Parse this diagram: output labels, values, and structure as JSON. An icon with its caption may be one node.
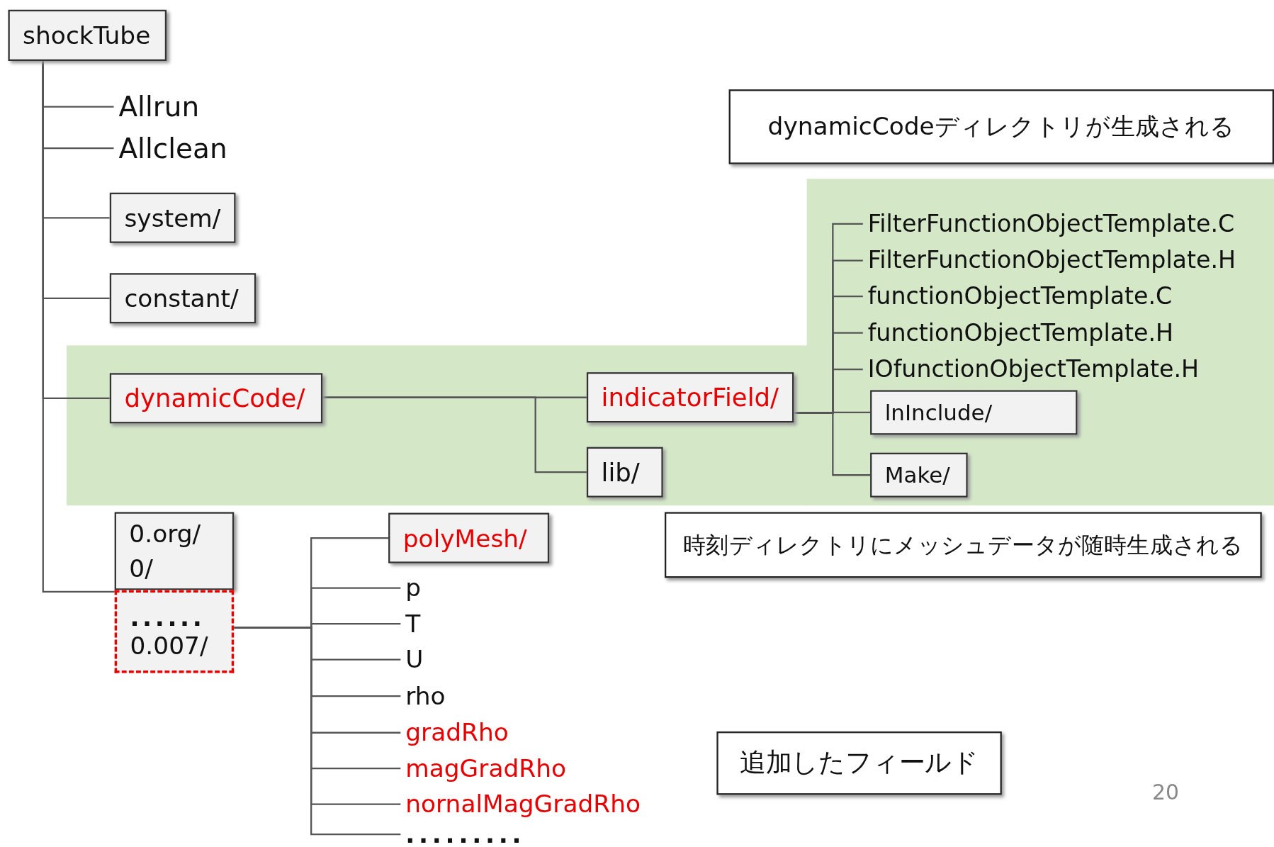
{
  "diagram": {
    "nodes": [
      {
        "text": [
          "shockTube"
        ]
      },
      {
        "text": [
          "Allrun"
        ]
      },
      {
        "text": [
          "Allclean"
        ]
      },
      {
        "text": [
          "system/"
        ]
      },
      {
        "text": [
          "constant/"
        ]
      },
      {
        "text": [
          "dynamicCode/"
        ]
      },
      {
        "text": [
          "indicatorField/"
        ]
      },
      {
        "text": [
          "lib/"
        ]
      },
      {
        "text": [
          "FilterFunctionObjectTemplate.C"
        ]
      },
      {
        "text": [
          "FilterFunctionObjectTemplate.H"
        ]
      },
      {
        "text": [
          "functionObjectTemplate.C"
        ]
      },
      {
        "text": [
          "functionObjectTemplate.H"
        ]
      },
      {
        "text": [
          "IOfunctionObjectTemplate.H"
        ]
      },
      {
        "text": [
          "lnInclude/"
        ]
      },
      {
        "text": [
          "Make/"
        ]
      },
      {
        "text": [
          "0.org/",
          "0/"
        ]
      },
      {
        "text": [
          "......",
          "0.007/"
        ]
      },
      {
        "text": [
          "polyMesh/"
        ]
      },
      {
        "text": [
          "p"
        ]
      },
      {
        "text": [
          "T"
        ]
      },
      {
        "text": [
          "U"
        ]
      },
      {
        "text": [
          "rho"
        ]
      },
      {
        "text": [
          "gradRho"
        ]
      },
      {
        "text": [
          "magGradRho"
        ]
      },
      {
        "text": [
          "nornalMagGradRho"
        ]
      },
      {
        "text": [
          "........."
        ]
      },
      {
        "text": [
          "dynamicCodeディレクトリが生成される"
        ]
      },
      {
        "text": [
          "時刻ディレクトリにメッシュデータが随時生成される"
        ]
      },
      {
        "text": [
          "追加したフィールド"
        ]
      }
    ],
    "edges": [
      {
        "from": 0,
        "to": 1,
        "arrow": "none"
      },
      {
        "from": 0,
        "to": 2,
        "arrow": "none"
      },
      {
        "from": 0,
        "to": 3,
        "arrow": "none"
      },
      {
        "from": 0,
        "to": 4,
        "arrow": "none"
      },
      {
        "from": 0,
        "to": 5,
        "arrow": "none"
      },
      {
        "from": 0,
        "to": 16,
        "arrow": "none"
      },
      {
        "from": 5,
        "to": 6,
        "arrow": "none"
      },
      {
        "from": 5,
        "to": 7,
        "arrow": "none"
      },
      {
        "from": 6,
        "to": 8,
        "arrow": "none"
      },
      {
        "from": 6,
        "to": 9,
        "arrow": "none"
      },
      {
        "from": 6,
        "to": 10,
        "arrow": "none"
      },
      {
        "from": 6,
        "to": 11,
        "arrow": "none"
      },
      {
        "from": 6,
        "to": 12,
        "arrow": "none"
      },
      {
        "from": 6,
        "to": 13,
        "arrow": "none"
      },
      {
        "from": 6,
        "to": 14,
        "arrow": "none"
      },
      {
        "from": 16,
        "to": 17,
        "arrow": "none"
      },
      {
        "from": 16,
        "to": 18,
        "arrow": "none"
      },
      {
        "from": 16,
        "to": 19,
        "arrow": "none"
      },
      {
        "from": 16,
        "to": 20,
        "arrow": "none"
      },
      {
        "from": 16,
        "to": 21,
        "arrow": "none"
      },
      {
        "from": 16,
        "to": 22,
        "arrow": "none"
      },
      {
        "from": 16,
        "to": 23,
        "arrow": "none"
      },
      {
        "from": 16,
        "to": 24,
        "arrow": "none"
      },
      {
        "from": 16,
        "to": 25,
        "arrow": "none"
      }
    ],
    "labels": [
      "20"
    ]
  }
}
